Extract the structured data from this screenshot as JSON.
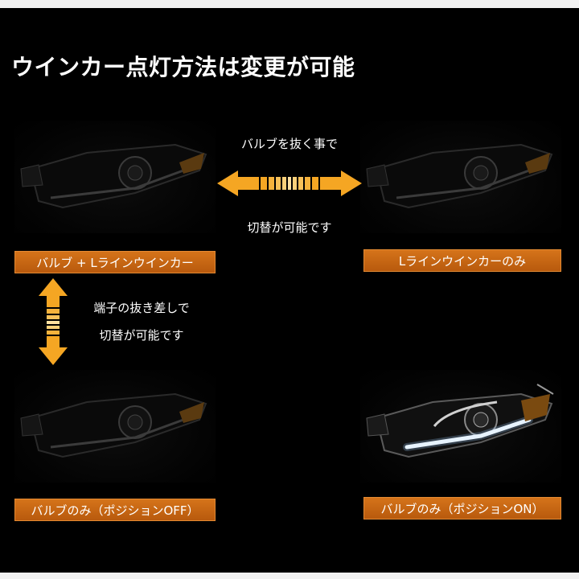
{
  "title": "ウインカー点灯方法は変更が可能",
  "notes": {
    "horizontal_top": "バルブを抜く事で",
    "horizontal_bottom": "切替が可能です",
    "vertical_top": "端子の抜き差しで",
    "vertical_bottom": "切替が可能です"
  },
  "panels": [
    {
      "label": "バルブ + Lラインウインカー",
      "lit": false
    },
    {
      "label": "Lラインウインカーのみ",
      "lit": false
    },
    {
      "label": "バルブのみ（ポジションOFF）",
      "lit": false
    },
    {
      "label": "バルブのみ（ポジションON）",
      "lit": true
    }
  ],
  "colors": {
    "label_bg": "#c9680f",
    "arrow_orange": "#f5a623",
    "background": "#000000"
  },
  "icons": {
    "horizontal_arrow": "double-arrow-horizontal-icon",
    "vertical_arrow": "double-arrow-vertical-icon"
  }
}
